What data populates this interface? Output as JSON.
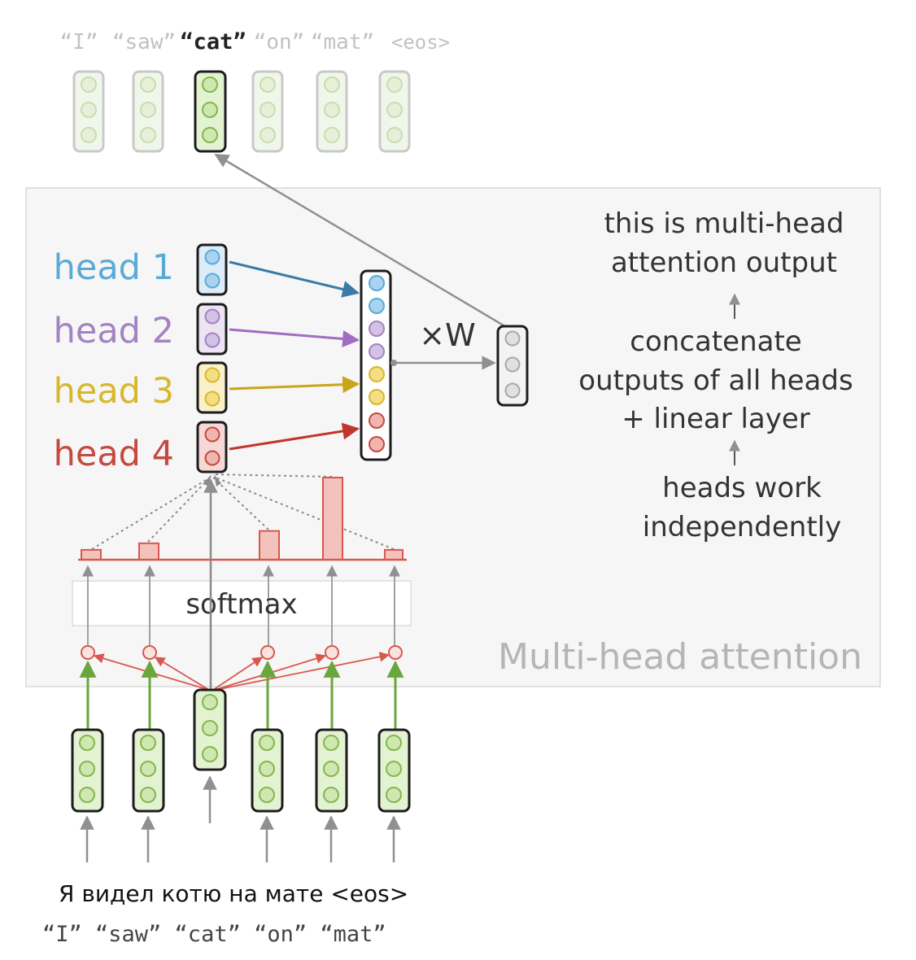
{
  "output_tokens": [
    "“I”",
    "“saw”",
    "“cat”",
    "“on”",
    "“mat”",
    "<eos>"
  ],
  "output_highlight_index": 2,
  "heads": [
    {
      "label": "head 1",
      "color": "#5aaad8",
      "fill": "#dcecf8"
    },
    {
      "label": "head 2",
      "color": "#a383c2",
      "fill": "#ece3f3"
    },
    {
      "label": "head 3",
      "color": "#d8b72e",
      "fill": "#fbf1c8"
    },
    {
      "label": "head 4",
      "color": "#c44a40",
      "fill": "#f6d9d6"
    }
  ],
  "times_w_label": "×W",
  "softmax_label": "softmax",
  "attention_weights": [
    0.12,
    0.2,
    0.35,
    1.0,
    0.12
  ],
  "notes": {
    "line1": "this is multi-head",
    "line2": "attention output",
    "line3": "concatenate",
    "line4": "outputs of all heads",
    "line5": "+ linear layer",
    "line6": "heads work",
    "line7": "independently"
  },
  "box_label": "Multi-head attention",
  "source_sentence": "Я видел котю на мате <eos>",
  "source_translation": "“I” “saw” “cat” “on” “mat”",
  "colors": {
    "green_fill": "#e3f2d0",
    "green_stroke": "#84b74e",
    "arrow_gray": "#909090",
    "attention_red": "#d9574d",
    "bar_fill": "#f3c2bd"
  }
}
